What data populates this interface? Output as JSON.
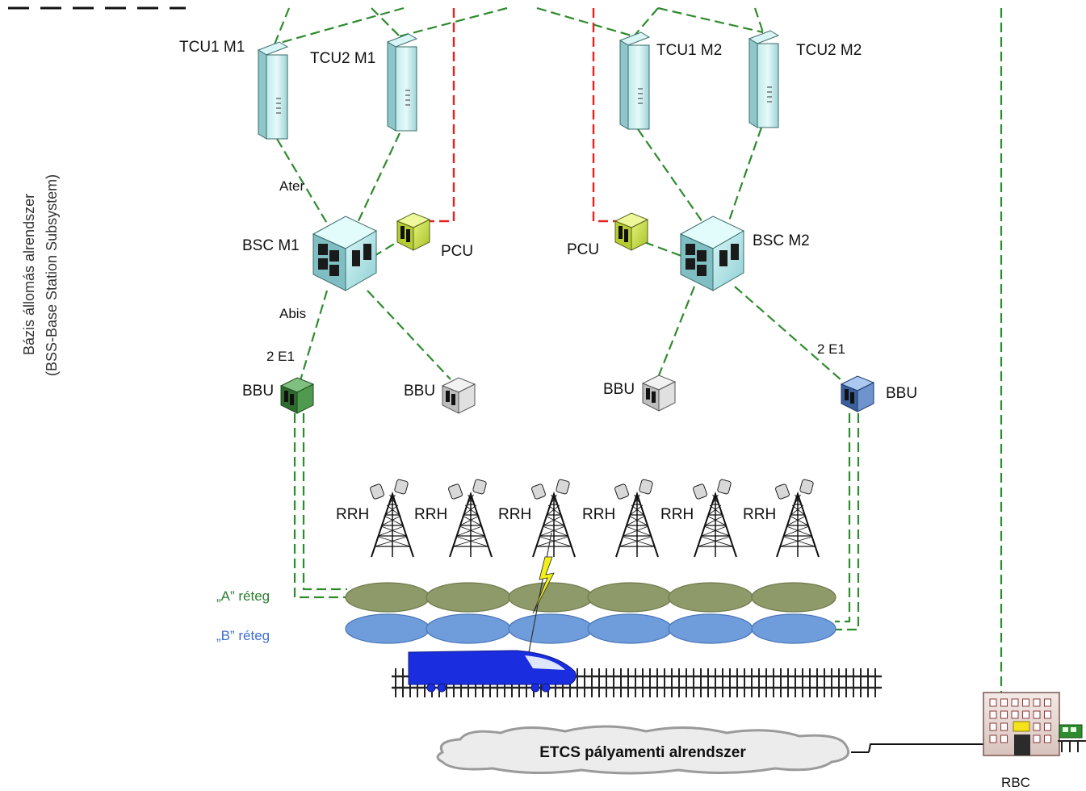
{
  "side_title": {
    "line1": "Bázis állomás alrendszer",
    "line2": "(BSS-Base Station Subsystem)"
  },
  "nodes": {
    "tcu1_m1": "TCU1 M1",
    "tcu2_m1": "TCU2 M1",
    "tcu1_m2": "TCU1 M2",
    "tcu2_m2": "TCU2 M2",
    "bsc_m1": "BSC M1",
    "bsc_m2": "BSC M2",
    "pcu_left": "PCU",
    "pcu_right": "PCU",
    "bbu_1": "BBU",
    "bbu_2": "BBU",
    "bbu_3": "BBU",
    "bbu_4": "BBU",
    "rbc": "RBC"
  },
  "links": {
    "ater": "Ater",
    "abis": "Abis",
    "e1_left": "2 E1",
    "e1_right": "2 E1"
  },
  "rrh_labels": [
    "RRH",
    "RRH",
    "RRH",
    "RRH",
    "RRH",
    "RRH"
  ],
  "layers": {
    "a": "„A” réteg",
    "b": "„B” réteg"
  },
  "cloud_label": "ETCS pályamenti alrendszer",
  "colors": {
    "layer_a": "#8e9a6a",
    "layer_b": "#6f9ddb",
    "layer_a_text": "#2e7d32",
    "layer_b_text": "#3f6fd1",
    "green_link": "#2e8b2e",
    "red_link": "#e52222",
    "train": "#1a2ee0"
  }
}
